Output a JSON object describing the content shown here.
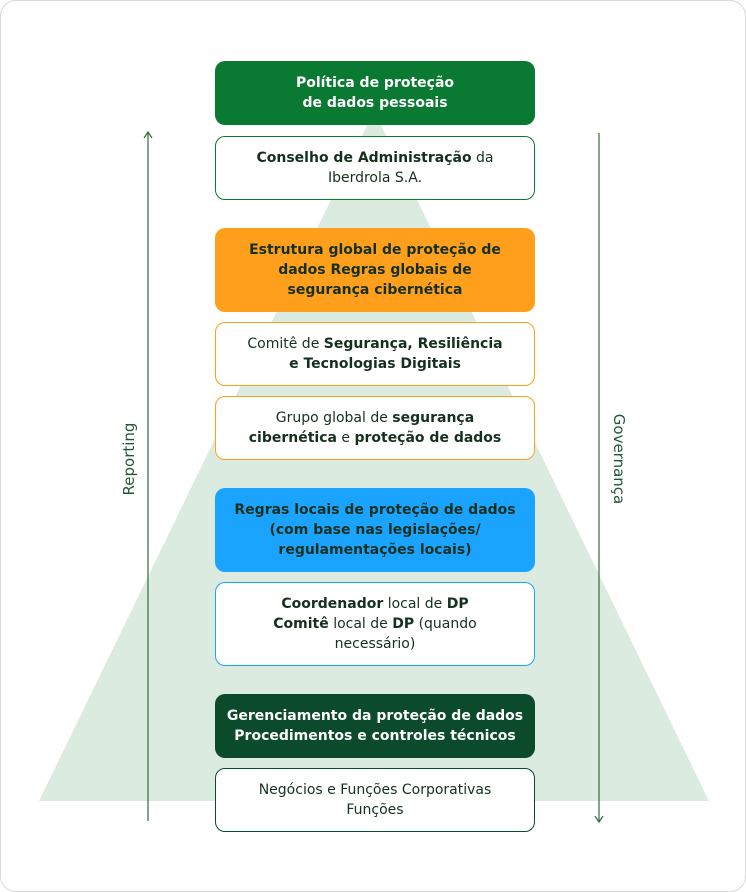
{
  "colors": {
    "green": "#0a7a32",
    "orange": "#ff9f1c",
    "blue": "#1aa3ff",
    "darkgreen": "#0c4a2c",
    "pyramid": "#dcebdf",
    "arrow": "#2f6b3d",
    "text": "#15301e"
  },
  "side_labels": {
    "left": "Reporting",
    "right": "Governança"
  },
  "boxes": [
    {
      "style": "filled",
      "color": "green",
      "lines": [
        [
          {
            "t": "Política de proteção"
          }
        ],
        [
          {
            "t": "de dados pessoais"
          }
        ]
      ]
    },
    {
      "style": "outline",
      "color": "green",
      "lines": [
        [
          {
            "t": "Conselho de Administração",
            "b": true
          },
          {
            "t": " da"
          }
        ],
        [
          {
            "t": "Iberdrola S.A."
          }
        ]
      ]
    },
    {
      "style": "filled",
      "color": "orange",
      "lines": [
        [
          {
            "t": "Estrutura global de proteção de"
          }
        ],
        [
          {
            "t": "dados Regras globais de"
          }
        ],
        [
          {
            "t": "segurança cibernética"
          }
        ]
      ]
    },
    {
      "style": "outline",
      "color": "orange",
      "lines": [
        [
          {
            "t": "Comitê de "
          },
          {
            "t": "Segurança, Resiliência",
            "b": true
          }
        ],
        [
          {
            "t": "e Tecnologias Digitais",
            "b": true
          }
        ]
      ]
    },
    {
      "style": "outline",
      "color": "orange",
      "lines": [
        [
          {
            "t": "Grupo global de "
          },
          {
            "t": "segurança",
            "b": true
          }
        ],
        [
          {
            "t": "cibernética",
            "b": true
          },
          {
            "t": " e "
          },
          {
            "t": "proteção de dados",
            "b": true
          }
        ]
      ]
    },
    {
      "style": "filled",
      "color": "blue",
      "lines": [
        [
          {
            "t": "Regras locais de proteção de dados"
          }
        ],
        [
          {
            "t": "(com base nas legislações/"
          }
        ],
        [
          {
            "t": "regulamentações locais)"
          }
        ]
      ]
    },
    {
      "style": "outline",
      "color": "blue",
      "lines": [
        [
          {
            "t": "Coordenador",
            "b": true
          },
          {
            "t": " local de "
          },
          {
            "t": "DP",
            "b": true
          }
        ],
        [
          {
            "t": "Comitê",
            "b": true
          },
          {
            "t": " local de "
          },
          {
            "t": "DP",
            "b": true
          },
          {
            "t": " (quando"
          }
        ],
        [
          {
            "t": "necessário)"
          }
        ]
      ]
    },
    {
      "style": "filled",
      "color": "darkgreen",
      "lines": [
        [
          {
            "t": "Gerenciamento da proteção de dados"
          }
        ],
        [
          {
            "t": "Procedimentos e controles técnicos"
          }
        ]
      ]
    },
    {
      "style": "outline",
      "color": "darkgreen",
      "lines": [
        [
          {
            "t": "Negócios e Funções Corporativas"
          }
        ],
        [
          {
            "t": "Funções"
          }
        ]
      ]
    }
  ]
}
